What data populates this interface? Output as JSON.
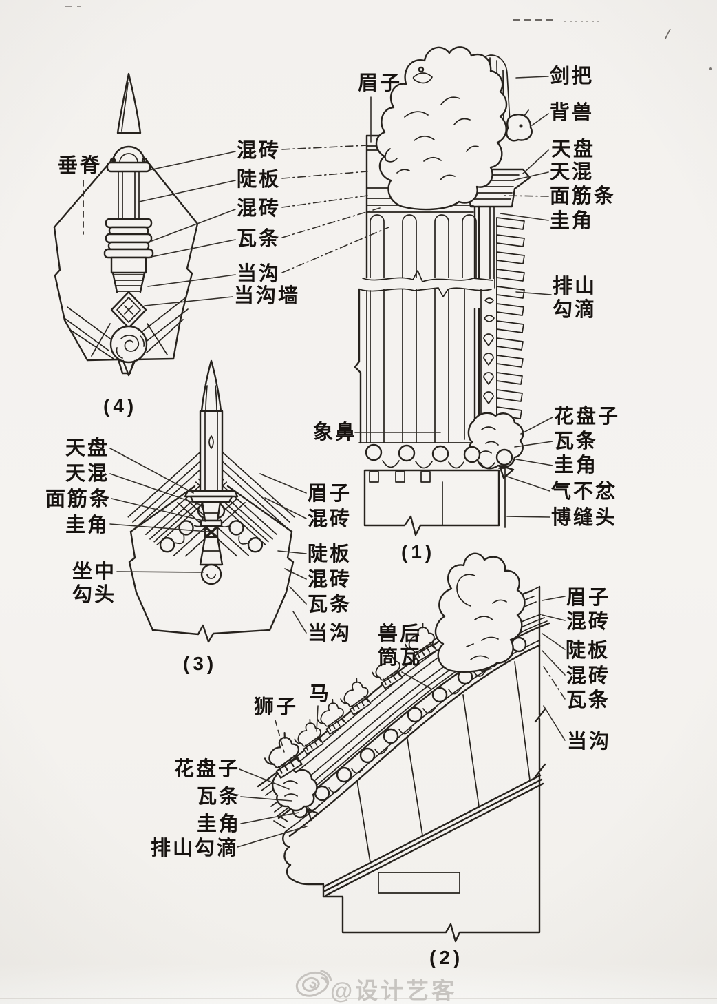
{
  "colors": {
    "paper": "#f4f2ef",
    "ink": "#26221d",
    "label_text": "#171310",
    "watermark_gray": "#c7c4c0"
  },
  "fig1": {
    "caption": "(1)",
    "labels": {
      "meizi": "眉子",
      "jianba": "剑把",
      "beishou": "背兽",
      "tianpan": "天盘",
      "tianhun": "天混",
      "mianjintiao": "面筋条",
      "guijiao": "圭角",
      "paishan_goudi": "排山\n勾滴",
      "huapanzi": "花盘子",
      "watiao": "瓦条",
      "guijiao2": "圭角",
      "qibufen": "气不忿",
      "bofengtou": "博缝头",
      "xiangbi": "象鼻"
    }
  },
  "fig2": {
    "caption": "(2)",
    "labels": {
      "shouhou_tongwa": "兽后\n筒瓦",
      "shizi": "狮子",
      "ma": "马",
      "huapanzi": "花盘子",
      "watiao_left": "瓦条",
      "guijiao_left": "圭角",
      "paishan_goudi": "排山勾滴",
      "meizi": "眉子",
      "hunzhuan_top": "混砖",
      "douban": "陡板",
      "hunzhuan_bottom": "混砖",
      "watiao_right": "瓦条",
      "danggou": "当沟"
    }
  },
  "fig3": {
    "caption": "(3)",
    "labels": {
      "tianpan": "天盘",
      "tianhun": "天混",
      "mianjintiao": "面筋条",
      "guijiao": "圭角",
      "zuozhong_goutou": "坐中\n勾头",
      "meizi": "眉子",
      "hunzhuan_top": "混砖",
      "douban": "陡板",
      "hunzhuan_bottom": "混砖",
      "watiao": "瓦条",
      "danggou": "当沟"
    }
  },
  "fig4": {
    "caption": "(4)",
    "labels": {
      "chuiji": "垂脊",
      "hunzhuan_top": "混砖",
      "douban": "陡板",
      "hunzhuan_mid": "混砖",
      "watiao": "瓦条",
      "danggou": "当沟",
      "danggou_qiang": "当沟墙"
    }
  },
  "watermark": {
    "icon": "weibo-logo-icon",
    "handle": "@设计艺客"
  }
}
